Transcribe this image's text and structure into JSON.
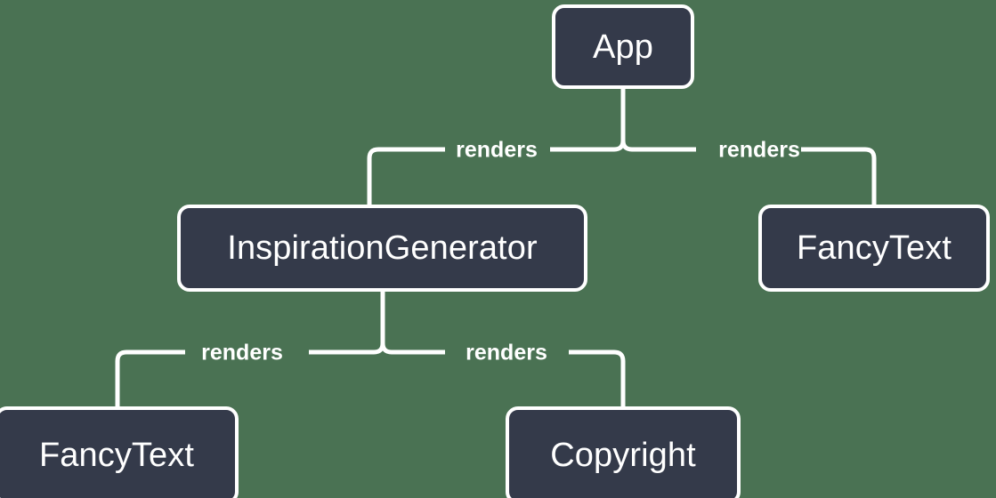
{
  "diagram": {
    "type": "component-tree",
    "background_color": "#4a7253",
    "node_fill_color": "#343a4a",
    "node_border_color": "#ffffff",
    "edge_color": "#ffffff",
    "text_color": "#ffffff",
    "nodes": [
      {
        "id": "app",
        "label": "App"
      },
      {
        "id": "inspiration-generator",
        "label": "InspirationGenerator"
      },
      {
        "id": "fancytext-right",
        "label": "FancyText"
      },
      {
        "id": "fancytext-bottom-left",
        "label": "FancyText"
      },
      {
        "id": "copyright",
        "label": "Copyright"
      }
    ],
    "edges": [
      {
        "from": "app",
        "to": "inspiration-generator",
        "label": "renders"
      },
      {
        "from": "app",
        "to": "fancytext-right",
        "label": "renders"
      },
      {
        "from": "inspiration-generator",
        "to": "fancytext-bottom-left",
        "label": "renders"
      },
      {
        "from": "inspiration-generator",
        "to": "copyright",
        "label": "renders"
      }
    ]
  }
}
